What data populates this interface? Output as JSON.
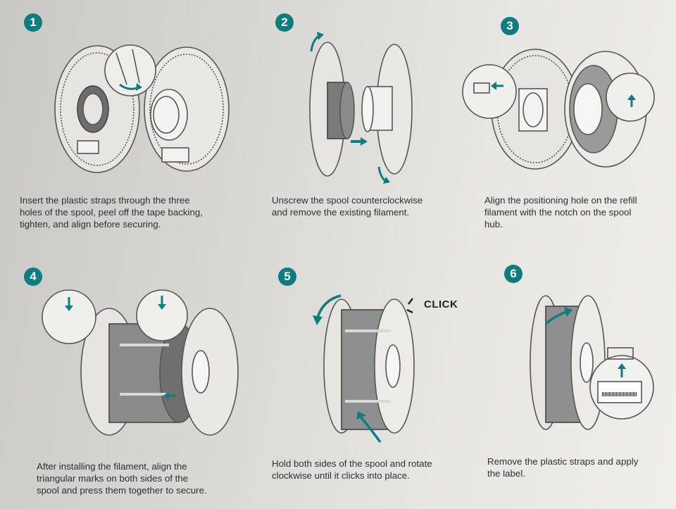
{
  "colors": {
    "accent": "#0f7c80",
    "line": "#555555"
  },
  "steps": [
    {
      "number": "1",
      "caption": [
        "Insert the plastic straps through the three",
        "holes of the spool, peel off the tape backing,",
        "tighten, and align before securing."
      ]
    },
    {
      "number": "2",
      "caption": [
        "Unscrew the spool counterclockwise",
        "and remove the existing filament."
      ]
    },
    {
      "number": "3",
      "caption": [
        "Align the positioning hole on the refill",
        "filament with the notch on the spool",
        "hub."
      ]
    },
    {
      "number": "4",
      "caption": [
        "After installing the filament, align the",
        "triangular marks on both sides of the",
        "spool and press them together to secure."
      ]
    },
    {
      "number": "5",
      "caption": [
        "Hold both sides of the spool and rotate",
        "clockwise until it clicks into place."
      ],
      "click_label": "CLICK"
    },
    {
      "number": "6",
      "caption": [
        "Remove the plastic straps and apply",
        "the label."
      ]
    }
  ]
}
